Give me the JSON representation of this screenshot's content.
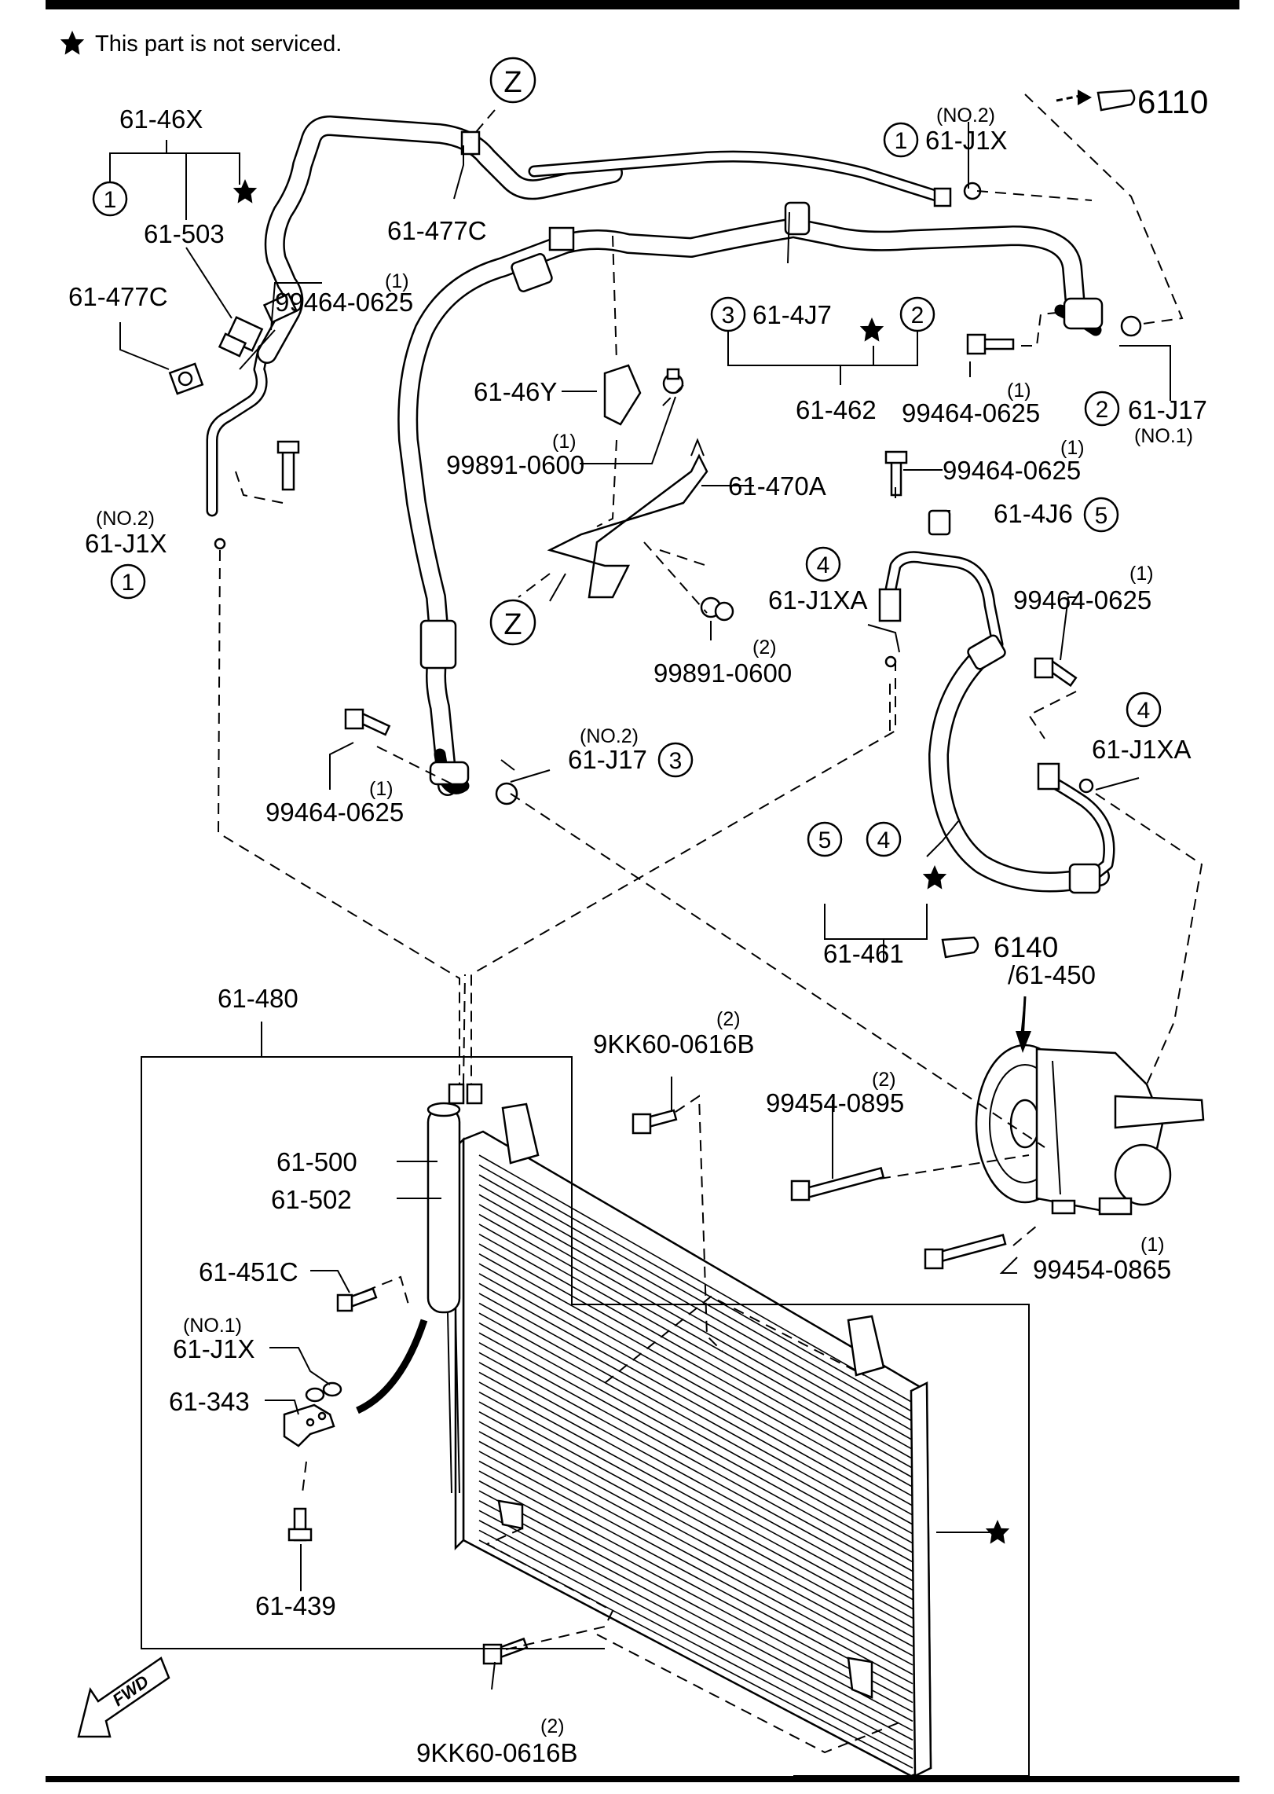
{
  "note": {
    "star": "★",
    "text": "This part is not serviced."
  },
  "labels": {
    "l_61_46X": "61-46X",
    "l_61_503": "61-503",
    "l_61_477C_a": "61-477C",
    "l_61_477C_b": "61-477C",
    "l_z_top": "Z",
    "l_z_mid": "Z",
    "l_6110": "6110",
    "l_no2_a": "(NO.2)",
    "l_61_J1X_a": "61-J1X",
    "l_61_4J7": "61-4J7",
    "l_61_462": "61-462",
    "l_99464_a": "99464-0625",
    "l_99464_a_q": "(1)",
    "l_99464_b": "99464-0625",
    "l_99464_b_q": "(1)",
    "l_61_J17_a": "61-J17",
    "l_no1_a": "(NO.1)",
    "l_61_46Y": "61-46Y",
    "l_99891_a": "99891-0600",
    "l_99891_a_q": "(1)",
    "l_61_470A": "61-470A",
    "l_99464_c": "99464-0625",
    "l_99464_c_q": "(1)",
    "l_61_4J6": "61-4J6",
    "l_no2_b": "(NO.2)",
    "l_61_J1X_b": "61-J1X",
    "l_61_J1XA_a": "61-J1XA",
    "l_99891_b": "99891-0600",
    "l_99891_b_q": "(2)",
    "l_99464_d": "99464-0625",
    "l_99464_d_q": "(1)",
    "l_61_J1XA_b": "61-J1XA",
    "l_no2_c": "(NO.2)",
    "l_61_J17_b": "61-J17",
    "l_99464_e": "99464-0625",
    "l_99464_e_q": "(1)",
    "l_61_461": "61-461",
    "l_6140": "6140",
    "l_61_450": "/61-450",
    "l_61_480": "61-480",
    "l_9KK60_a": "9KK60-0616B",
    "l_9KK60_a_q": "(2)",
    "l_99454_0895": "99454-0895",
    "l_99454_0895_q": "(2)",
    "l_61_500": "61-500",
    "l_61_502": "61-502",
    "l_61_451C": "61-451C",
    "l_99454_0865": "99454-0865",
    "l_99454_0865_q": "(1)",
    "l_no1_b": "(NO.1)",
    "l_61_J1X_c": "61-J1X",
    "l_61_343": "61-343",
    "l_61_439": "61-439",
    "l_9KK60_b": "9KK60-0616B",
    "l_9KK60_b_q": "(2)",
    "fwd": "FWD",
    "star": "★"
  },
  "callouts": {
    "c1a": "1",
    "c1b": "1",
    "c1c": "1",
    "c2a": "2",
    "c2b": "2",
    "c3a": "3",
    "c3b": "3",
    "c4a": "4",
    "c4b": "4",
    "c4c": "4",
    "c5a": "5",
    "c5b": "5"
  },
  "colors": {
    "ink": "#000000",
    "paper": "#ffffff"
  },
  "icons": [
    "star-icon",
    "pointing-hand-icon",
    "fwd-arrow-icon"
  ]
}
